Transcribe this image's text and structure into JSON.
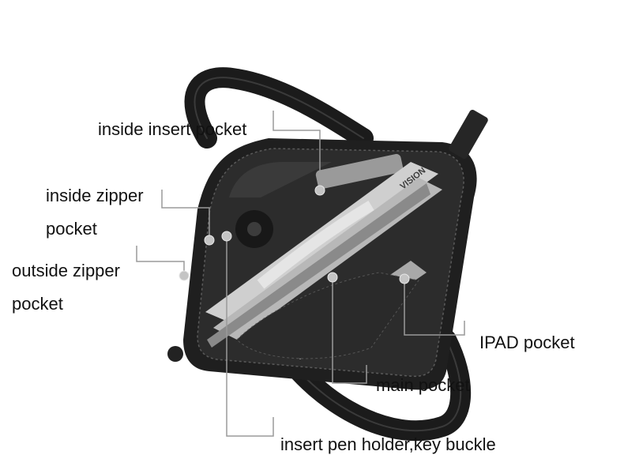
{
  "labels": {
    "inside_insert_pocket": "inside insert pocket",
    "inside_zipper_pocket_line1": "inside zipper",
    "inside_zipper_pocket_line2": "pocket",
    "outside_zipper_pocket_line1": "outside zipper",
    "outside_zipper_pocket_line2": "pocket",
    "ipad_pocket": "IPAD pocket",
    "main_pocket": "main pocket",
    "insert_pen_holder": "insert pen holder,key buckle"
  },
  "laptop_text": "VISION",
  "colors": {
    "background": "#ffffff",
    "bag_leather": "#1f1f1f",
    "bag_interior": "#2e2e2e",
    "laptop_silver": "#c9c9c9",
    "pointer_line": "#9a9a9a",
    "pointer_dot": "#bdbdbd",
    "label_text": "#111111"
  }
}
